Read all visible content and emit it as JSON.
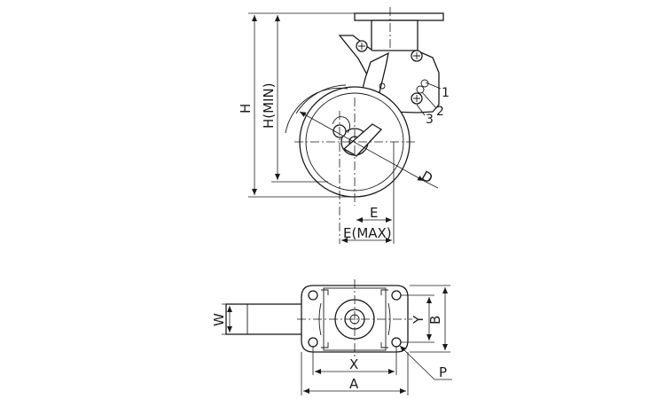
{
  "side_view": {
    "dimensions": {
      "H": "H",
      "H_min": "H(MIN)",
      "D": "D",
      "E": "E",
      "E_max": "E(MAX)"
    },
    "callouts": [
      "1",
      "2",
      "3"
    ]
  },
  "top_view": {
    "dimensions": {
      "W": "W",
      "X": "X",
      "A": "A",
      "Y": "Y",
      "B": "B",
      "P": "P"
    }
  }
}
